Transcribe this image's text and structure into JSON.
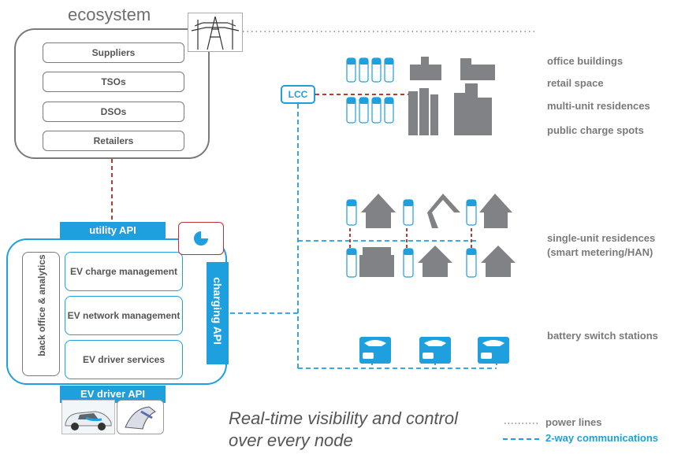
{
  "ecosystem": {
    "title": "ecosystem",
    "items": [
      "Suppliers",
      "TSOs",
      "DSOs",
      "Retailers"
    ]
  },
  "platform": {
    "utility_api": "utility API",
    "ev_driver_api": "EV driver API",
    "charging_api": "charging API",
    "back_office": "back office & analytics",
    "services": [
      "EV charge management",
      "EV network management",
      "EV driver services"
    ]
  },
  "lcc_label": "LCC",
  "categories": {
    "office": "office buildings",
    "retail": "retail space",
    "multi_unit": "multi-unit residences",
    "public": "public charge spots",
    "single_unit_line1": "single-unit residences",
    "single_unit_line2": "(smart metering/HAN)",
    "battery": "battery switch stations"
  },
  "caption": {
    "line1": "Real-time visibility and control",
    "line2": "over every node"
  },
  "legend": {
    "power_lines": "power lines",
    "comms": "2-way communications"
  },
  "colors": {
    "accent_blue": "#1e9fde",
    "power_red": "#c0392b",
    "gray": "#6d6e71"
  },
  "icons": [
    "transmission-tower-icon",
    "pie-chart-icon",
    "charger-icon",
    "office-building-icon",
    "house-icon",
    "battery-switch-station-icon",
    "ev-car-icon",
    "ev-plug-icon"
  ]
}
